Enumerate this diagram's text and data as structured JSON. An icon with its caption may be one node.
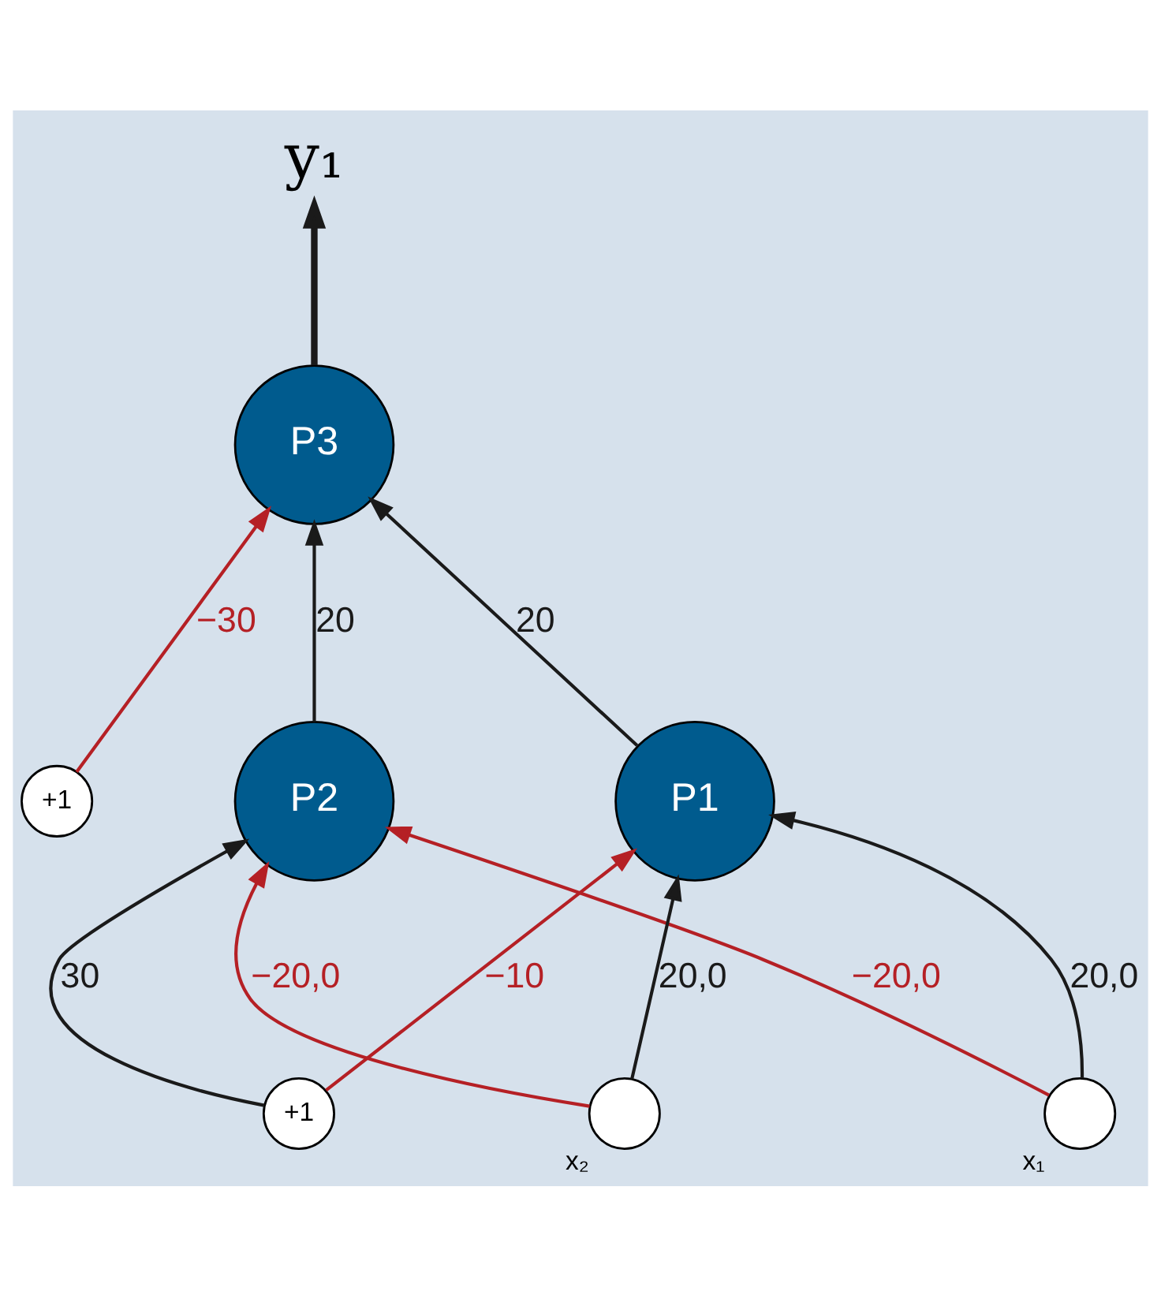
{
  "diagram": {
    "nodes": [
      {
        "text": [
          "y₁"
        ]
      },
      {
        "text": [
          "P3"
        ]
      },
      {
        "text": [
          "+1"
        ]
      },
      {
        "text": [
          "P1"
        ]
      },
      {
        "text": [
          "P2"
        ]
      },
      {
        "text": [
          "+1"
        ]
      },
      {
        "text": [],
        "shape": "circle",
        "beside": [
          "x₁"
        ]
      },
      {
        "text": [],
        "shape": "circle",
        "beside": [
          "x₂"
        ]
      }
    ],
    "edges": [
      {
        "from": 1,
        "to": 0,
        "arrow": "to",
        "style": "thick"
      },
      {
        "from": 2,
        "to": 1,
        "arrow": "to",
        "label": "−30",
        "color": "#b52025"
      },
      {
        "from": 3,
        "to": 1,
        "arrow": "to",
        "label": "20"
      },
      {
        "from": 4,
        "to": 1,
        "arrow": "to",
        "label": "20"
      },
      {
        "from": 5,
        "to": 3,
        "arrow": "to",
        "label": "−10",
        "color": "#b52025"
      },
      {
        "from": 5,
        "to": 4,
        "arrow": "to",
        "label": "30"
      },
      {
        "from": 6,
        "to": 3,
        "arrow": "to",
        "label": "20,0"
      },
      {
        "from": 6,
        "to": 4,
        "arrow": "to",
        "label": "−20,0",
        "color": "#b52025"
      },
      {
        "from": 7,
        "to": 3,
        "arrow": "to",
        "label": "20,0"
      },
      {
        "from": 7,
        "to": 4,
        "arrow": "to",
        "label": "−20,0",
        "color": "#b52025"
      }
    ]
  }
}
